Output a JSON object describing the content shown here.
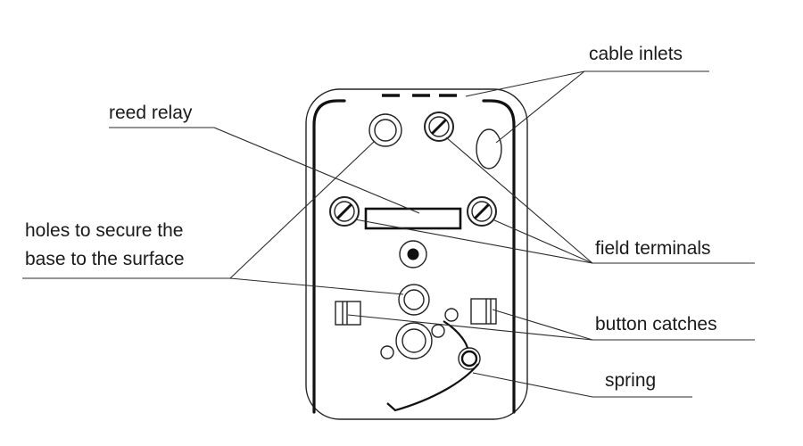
{
  "labels": {
    "cable_inlets": "cable inlets",
    "reed_relay": "reed relay",
    "holes_line1": "holes to secure the",
    "holes_line2": "base to the surface",
    "field_terminals": "field terminals",
    "button_catches": "button catches",
    "spring": "spring"
  },
  "colors": {
    "line": "#1a1a1a",
    "background": "#ffffff"
  }
}
